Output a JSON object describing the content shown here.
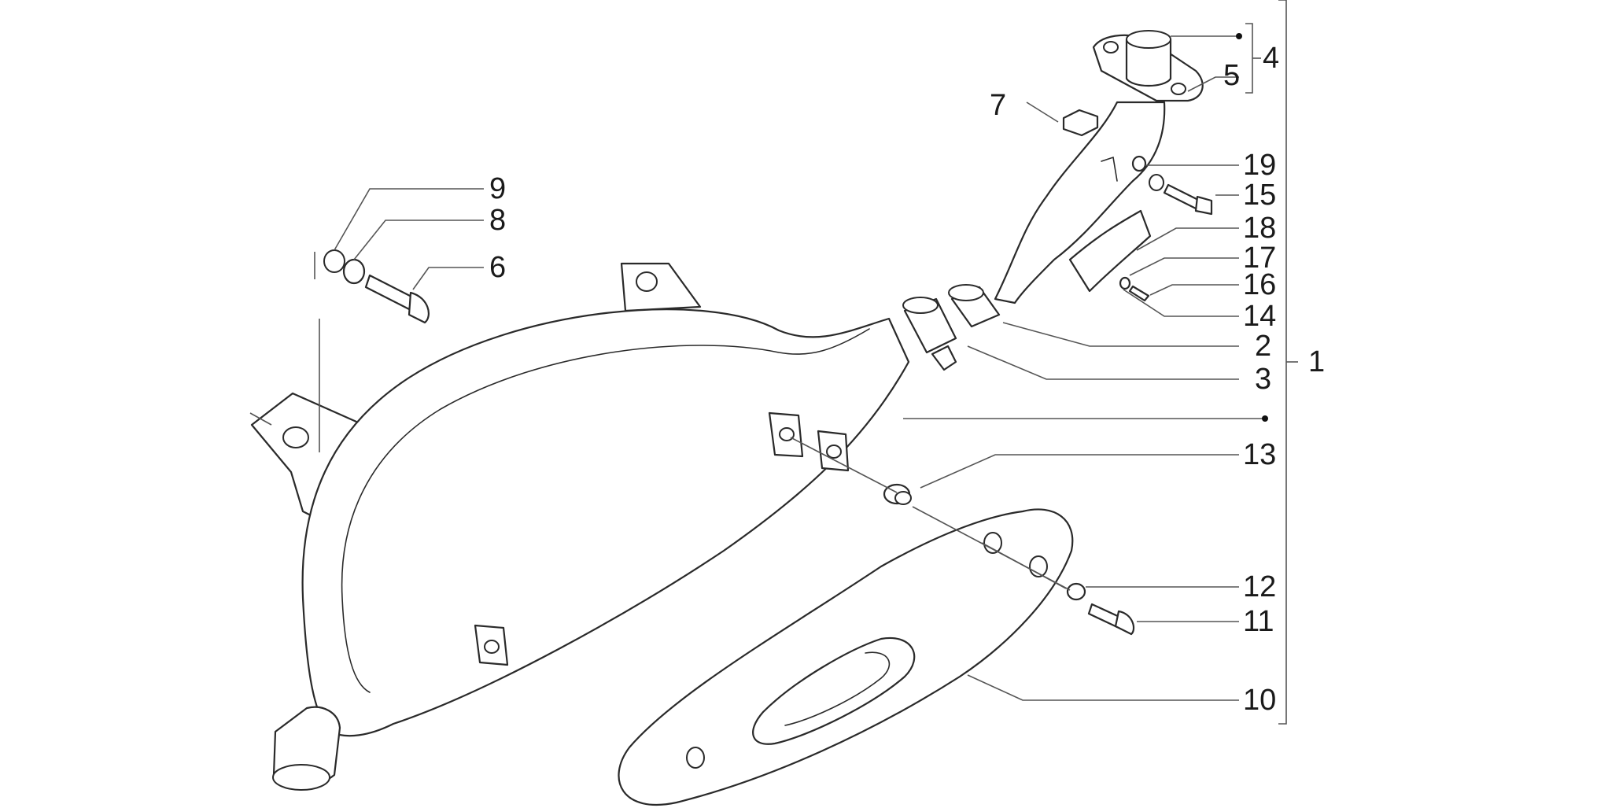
{
  "callouts": {
    "c1": "1",
    "c2": "2",
    "c3": "3",
    "c4": "4",
    "c5": "5",
    "c6": "6",
    "c7": "7",
    "c8": "8",
    "c9": "9",
    "c10": "10",
    "c11": "11",
    "c12": "12",
    "c13": "13",
    "c14": "14",
    "c15": "15",
    "c16": "16",
    "c17": "17",
    "c18": "18",
    "c19": "19"
  },
  "colors": {
    "line": "#2a2a2a",
    "leader": "#555555",
    "background": "#ffffff"
  }
}
